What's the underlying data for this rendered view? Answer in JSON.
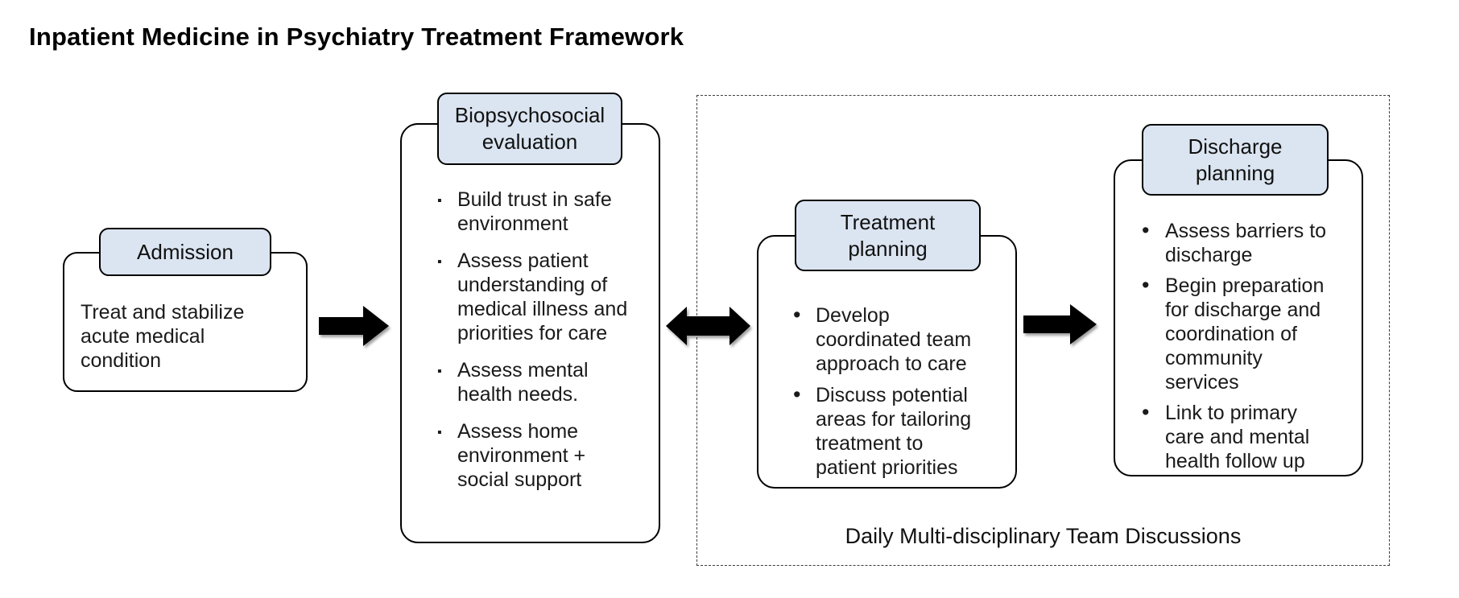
{
  "title": "Inpatient Medicine in Psychiatry Treatment Framework",
  "dashed_group": {
    "label": "Daily Multi-disciplinary Team Discussions"
  },
  "stages": {
    "admission": {
      "header": "Admission",
      "body": "Treat and stabilize acute medical condition"
    },
    "biopsychosocial": {
      "header": "Biopsychosocial evaluation",
      "bullet_style": "square",
      "bullets": [
        "Build trust in safe environment",
        "Assess patient understanding of medical illness and priorities for care",
        "Assess mental health needs.",
        "Assess home environment + social support"
      ]
    },
    "treatment": {
      "header": "Treatment planning",
      "bullet_style": "disc",
      "bullets": [
        "Develop coordinated team approach to care",
        "Discuss potential areas for tailoring treatment to patient priorities"
      ]
    },
    "discharge": {
      "header": "Discharge planning",
      "bullet_style": "disc",
      "bullets": [
        "Assess barriers to discharge",
        "Begin preparation for discharge and coordination of community services",
        "Link to primary care and mental health follow up"
      ]
    }
  },
  "bullet_glyphs": {
    "square": "▪",
    "disc": "•"
  },
  "icons": {
    "arrow_1": "arrow-right-icon",
    "arrow_2": "arrow-left-right-icon",
    "arrow_3": "arrow-right-icon"
  },
  "colors": {
    "header_fill": "#dbe5f1",
    "box_border": "#000000",
    "arrow_fill": "#000000",
    "dashed_border": "#3c3c3c",
    "text": "#1a1a1a"
  }
}
